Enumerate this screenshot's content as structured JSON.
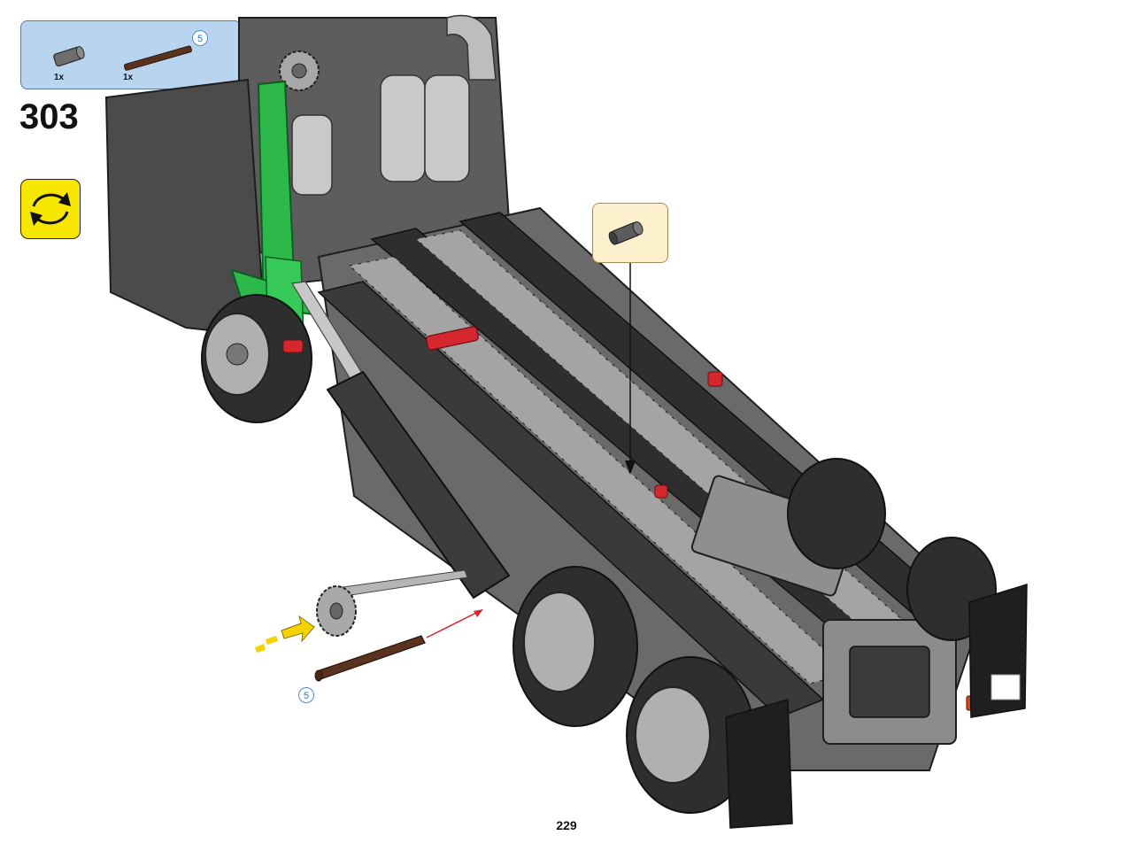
{
  "step": {
    "number": "303"
  },
  "parts_list": {
    "items": [
      {
        "name": "gray-axle-connector-icon",
        "count": "1x"
      },
      {
        "name": "brown-axle-icon",
        "count": "1x",
        "callout": "5"
      }
    ]
  },
  "rotate_icon": {
    "name": "rotate-model-icon",
    "color": "#f7e600"
  },
  "subassembly_callout": {
    "name": "gray-axle-connector-icon",
    "color": "#fdf0cc"
  },
  "assembly": {
    "axle_callout": "5",
    "arrow_color": "#d4282e"
  },
  "footer": {
    "page_number": "229"
  },
  "colors": {
    "parts_box_bg": "#b8d4ee",
    "frame_dark": "#3a3a3a",
    "frame_light": "#9a9a9a",
    "accent_green": "#2db84a",
    "accent_red": "#d4282e",
    "axle_brown": "#5a3320"
  }
}
